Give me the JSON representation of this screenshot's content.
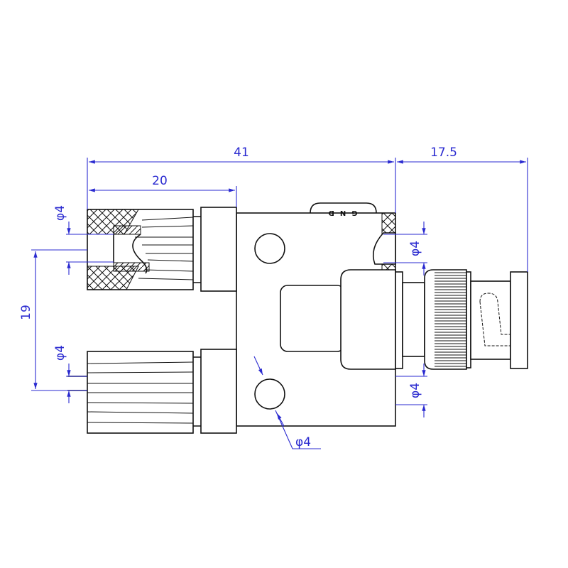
{
  "colors": {
    "dimension": "#2a2ad0",
    "outline": "#111111"
  },
  "dimensions": {
    "overall_length": "41",
    "terminal_length": "20",
    "bnc_length": "17.5",
    "terminal_spacing": "19",
    "dia_top_left": "φ4",
    "dia_bottom_left": "φ4",
    "dia_right_top": "φ4",
    "dia_right_bottom": "φ4",
    "dia_hole": "φ4"
  },
  "labels": {
    "gnd": "GND"
  }
}
